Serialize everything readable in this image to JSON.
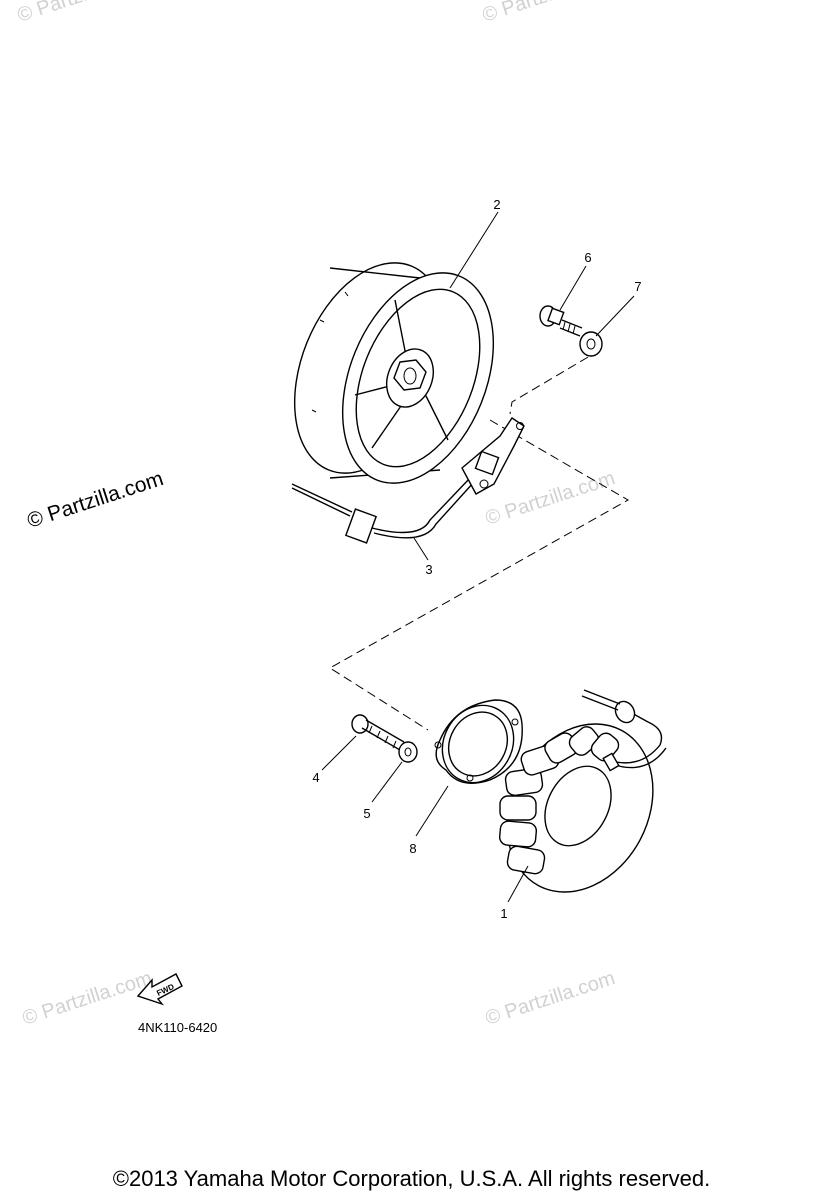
{
  "watermarks": {
    "main": "© Partzilla.com",
    "faint": "© Partzilla.com"
  },
  "callouts": {
    "c1": "1",
    "c2": "2",
    "c3": "3",
    "c4": "4",
    "c5": "5",
    "c6": "6",
    "c7": "7",
    "c8": "8"
  },
  "fwd_label": "FWD",
  "diagram_code": "4NK110-6420",
  "copyright": "©2013 Yamaha Motor Corporation, U.S.A. All rights reserved."
}
